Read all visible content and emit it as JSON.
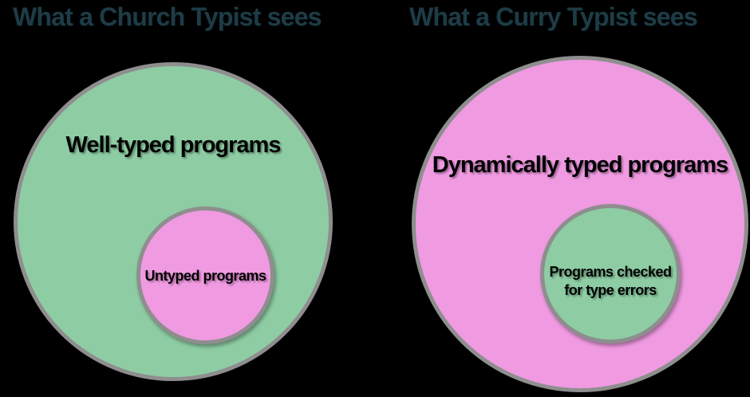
{
  "page": {
    "background_color": "#000000"
  },
  "colors": {
    "green_fill": "#8ecda4",
    "pink_fill": "#f09ae2",
    "circle_border": "#8e8e8e",
    "title_text": "#1e3c47",
    "label_text": "#000000"
  },
  "left_diagram": {
    "title": "What a Church Typist sees",
    "outer_label": "Well-typed programs",
    "inner_label": "Untyped programs"
  },
  "right_diagram": {
    "title": "What a Curry Typist sees",
    "outer_label": "Dynamically typed programs",
    "inner_label": "Programs checked for type errors"
  }
}
